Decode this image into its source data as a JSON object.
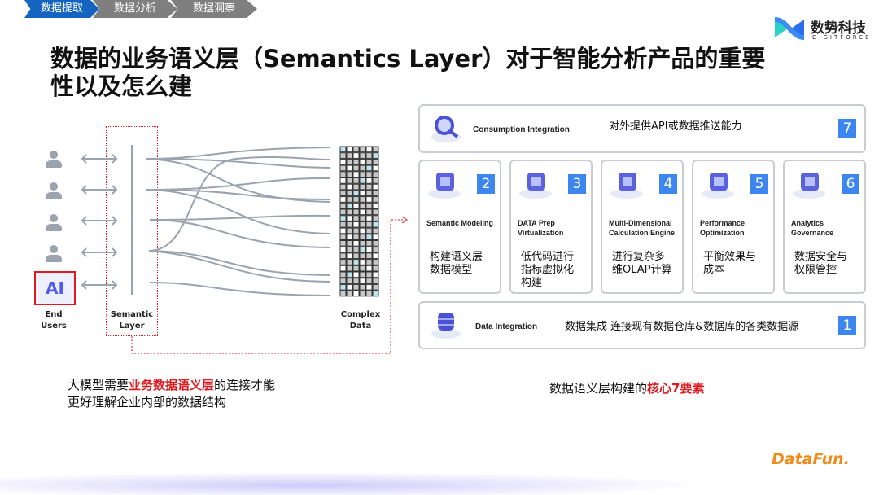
{
  "breadcrumb": [
    "数据提取",
    "数据分析",
    "数据洞察"
  ],
  "title": "数据的业务语义层（Semantics Layer）对于智能分析产品的重要性以及怎么建",
  "logo": {
    "cn": "数势科技",
    "en": "DIGITFORCE"
  },
  "diagram": {
    "end_users": "End Users",
    "semantic_layer": "Semantic Layer",
    "complex_data": "Complex Data",
    "ai_label": "AI"
  },
  "elements": [
    {
      "num": "7",
      "en": "Consumption Integration",
      "cn": "对外提供API或数据推送能力"
    },
    {
      "num": "2",
      "en": "Semantic Modeling",
      "cn": "构建语义层数据模型"
    },
    {
      "num": "3",
      "en": "DATA Prep Virtualization",
      "cn": "低代码进行指标虚拟化构建"
    },
    {
      "num": "4",
      "en": "Multi-Dimensional Calculation Engine",
      "cn": "进行复杂多维OLAP计算"
    },
    {
      "num": "5",
      "en": "Performance Optimization",
      "cn": "平衡效果与成本"
    },
    {
      "num": "6",
      "en": "Analytics Governance",
      "cn": "数据安全与权限管控"
    },
    {
      "num": "1",
      "en": "Data Integration",
      "cn": "数据集成 连接现有数据仓库&数据库的各类数据源"
    }
  ],
  "caption_left": {
    "pre": "大模型需要",
    "highlight": "业务数据语义层",
    "post": "的连接才能更好理解企业内部的数据结构"
  },
  "caption_right": {
    "pre": "数据语义层构建的",
    "highlight": "核心7要素"
  },
  "footer_logo": "DataFun.",
  "colors": {
    "accent": "#3d86f0",
    "red": "#e0191e",
    "crumb_active": "#1565c0",
    "crumb": "#7f7f7f"
  }
}
